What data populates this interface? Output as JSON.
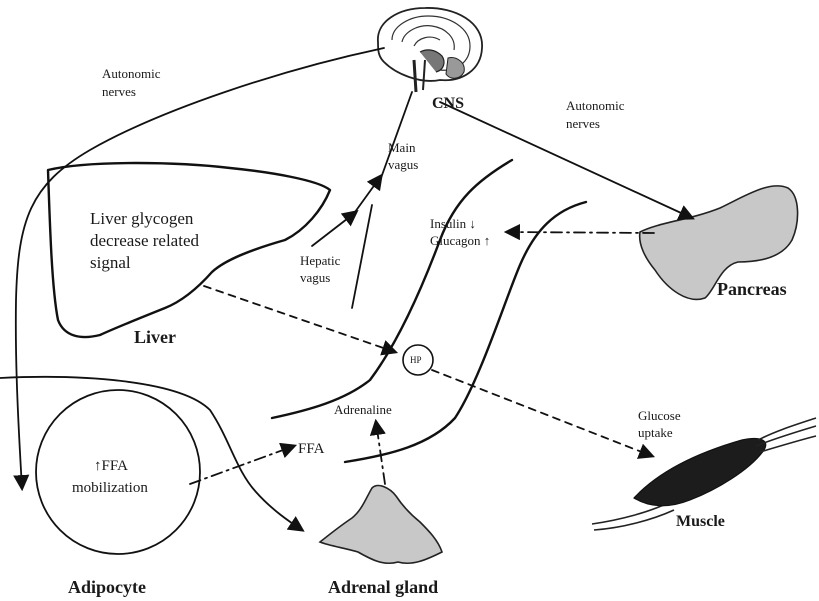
{
  "labels": {
    "autonomic_nerves_left": [
      "Autonomic",
      "nerves"
    ],
    "autonomic_nerves_right": [
      "Autonomic",
      "nerves"
    ],
    "cns": "CNS",
    "main_vagus": [
      "Main",
      "vagus"
    ],
    "liver_signal": [
      "Liver glycogen",
      "decrease related",
      "signal"
    ],
    "hepatic_vagus": [
      "Hepatic",
      "vagus"
    ],
    "insulin": "Insulin ↓",
    "glucagon": "Glucagon ↑",
    "liver": "Liver",
    "pancreas": "Pancreas",
    "hp": "HP",
    "adrenaline": "Adrenaline",
    "ffa": "FFA",
    "ffa_mobilization": [
      "↑FFA",
      "mobilization"
    ],
    "glucose_uptake": [
      "Glucose",
      "uptake"
    ],
    "muscle": "Muscle",
    "adipocyte": "Adipocyte",
    "adrenal_gland": "Adrenal gland"
  },
  "icons": {
    "brain": "brain-icon",
    "pancreas": "pancreas-icon",
    "muscle": "muscle-icon",
    "adrenal": "adrenal-gland-icon"
  },
  "colors": {
    "line": "#111111",
    "organ_fill": "#c8c8c8",
    "muscle_fill": "#1c1c1c"
  }
}
